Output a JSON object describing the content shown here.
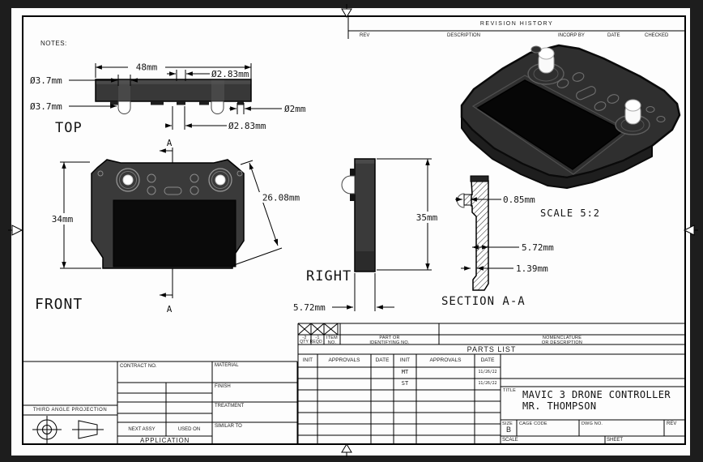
{
  "revision_history": {
    "title": "REVISION HISTORY",
    "columns": [
      "REV",
      "DESCRIPTION",
      "INCORP BY",
      "DATE",
      "CHECKED"
    ]
  },
  "notes_label": "NOTES:",
  "views": {
    "top_label": "TOP",
    "front_label": "FRONT",
    "right_label": "RIGHT",
    "section_label": "SECTION A-A",
    "section_scale": "SCALE 5:2",
    "section_mark": "A"
  },
  "dimensions": {
    "top": {
      "width": "48mm",
      "tab_upper": "Ø2.83mm",
      "antenna_upper": "Ø3.7mm",
      "antenna_lower": "Ø3.7mm",
      "hole": "Ø2mm",
      "tab_lower": "Ø2.83mm"
    },
    "front": {
      "height": "34mm",
      "screen": "26.08mm"
    },
    "right": {
      "height": "35mm",
      "depth": "5.72mm"
    },
    "section": {
      "nub_wall": "0.85mm",
      "depth": "5.72mm",
      "wall": "1.39mm"
    }
  },
  "parts_list": {
    "dash2": "-2",
    "dash1": "-1",
    "qty_reqd": "QTY REQD",
    "item": "ITEM",
    "no": "NO.",
    "part_or": "PART OR",
    "identifying_no": "IDENTIFYING NO.",
    "nomenclature": "NOMENCLATURE",
    "or_description": "OR DESCRIPTION",
    "title": "PARTS LIST"
  },
  "title_block": {
    "contract_no": "CONTRACT NO.",
    "material": "MATERIAL",
    "finish": "FINISH",
    "treatment": "TREATMENT",
    "similar_to": "SIMILAR TO",
    "next_assy": "NEXT ASSY",
    "used_on": "USED ON",
    "application": "APPLICATION",
    "third_angle_projection": "THIRD ANGLE PROJECTION",
    "approvals_left": {
      "init": "INIT",
      "approvals": "APPROVALS",
      "date": "DATE"
    },
    "approvals_right": {
      "init": "INIT",
      "approvals": "APPROVALS",
      "date": "DATE",
      "rows": [
        {
          "init": "MT",
          "date": "11/26/22"
        },
        {
          "init": "ST",
          "date": "11/26/22"
        }
      ]
    },
    "title_label": "TITLE",
    "title_line1": "MAVIC 3 DRONE CONTROLLER",
    "title_line2": "MR. THOMPSON",
    "size_label": "SIZE",
    "size_value": "B",
    "cage_code_label": "CAGE CODE",
    "dwg_no_label": "DWG NO.",
    "rev_label": "REV",
    "scale_label": "SCALE",
    "sheet_label": "SHEET"
  },
  "colors": {
    "margin": "#1d1d1d",
    "sheet": "#fdfdfd",
    "line": "#000000",
    "body": "#3a3a3a",
    "screen": "#0a0a0a"
  }
}
